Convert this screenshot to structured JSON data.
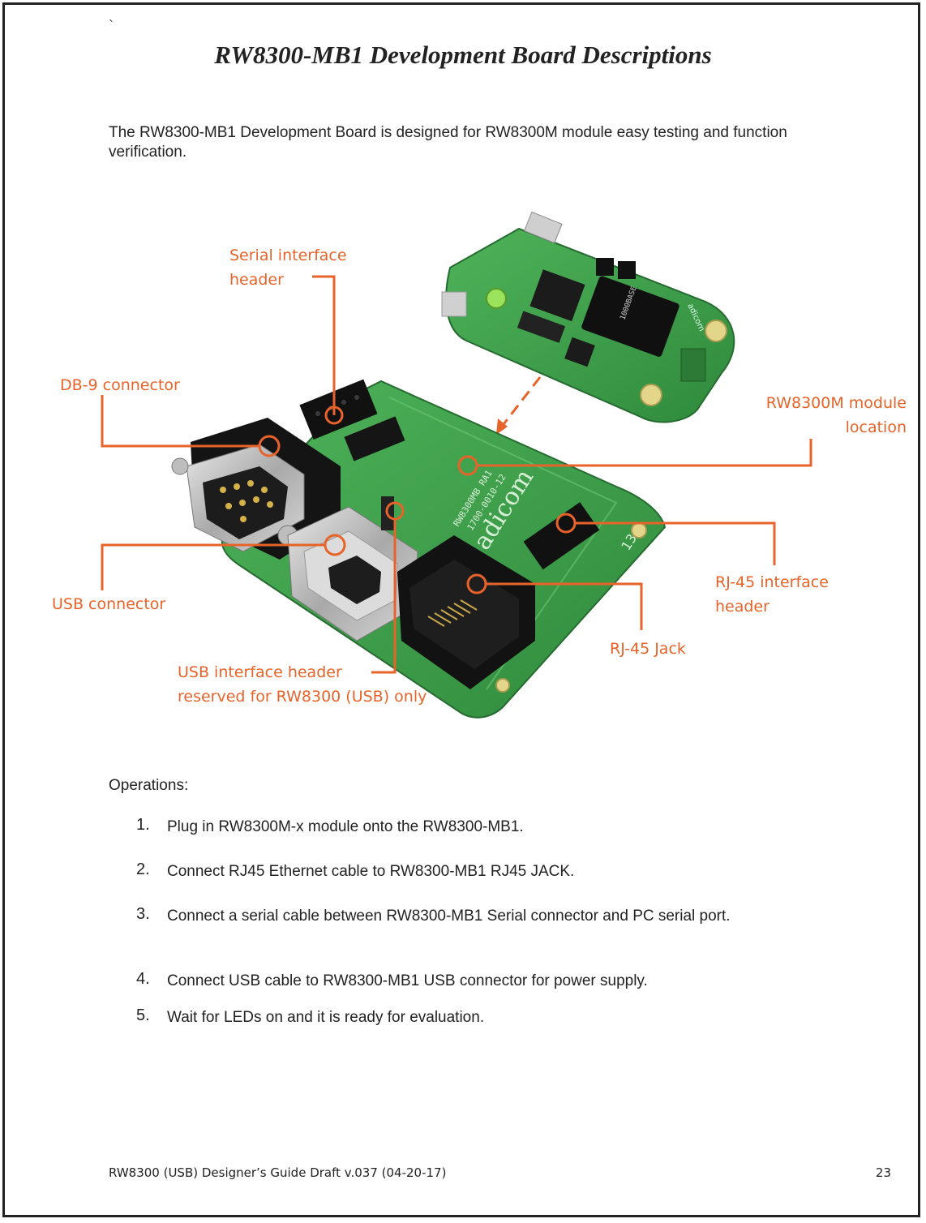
{
  "page": {
    "mark": "`",
    "title": "RW8300-MB1 Development Board Descriptions",
    "intro": "The RW8300-MB1 Development Board is designed for RW8300M module easy testing and function verification."
  },
  "figure": {
    "callouts": {
      "serial_header": "Serial interface\nheader",
      "db9": "DB-9 connector",
      "module_location": "RW8300M module\nlocation",
      "usb_connector": "USB connector",
      "rj45_header": "RJ-45 interface\nheader",
      "rj45_jack": "RJ-45 Jack",
      "usb_header": "USB interface header\nreserved for RW8300 (USB) only"
    },
    "board_silkscreen": {
      "brand": "adicom",
      "part": "RW8300MB RA1",
      "code": "1700-0010-12",
      "digit": "13"
    },
    "module_silkscreen": {
      "brand": "adicom"
    },
    "colors": {
      "callout": "#e8632a",
      "pcb": "#3f9e4a",
      "pcb_dark": "#2f7f3a"
    }
  },
  "operations": {
    "heading": "Operations:",
    "steps": [
      {
        "num": "1.",
        "text": "Plug in RW8300M-x module onto the RW8300-MB1."
      },
      {
        "num": "2.",
        "text": "Connect RJ45 Ethernet cable to RW8300-MB1 RJ45 JACK."
      },
      {
        "num": "3.",
        "text": "Connect a serial cable between RW8300-MB1 Serial connector and PC serial port."
      },
      {
        "num": "4.",
        "text": "Connect USB cable to RW8300-MB1 USB connector for power supply."
      },
      {
        "num": "5.",
        "text": "Wait for LEDs on and it is ready for evaluation."
      }
    ]
  },
  "footer": {
    "doc": "RW8300 (USB) Designer’s Guide Draft v.037 (04-20-17)",
    "page_number": "23"
  }
}
